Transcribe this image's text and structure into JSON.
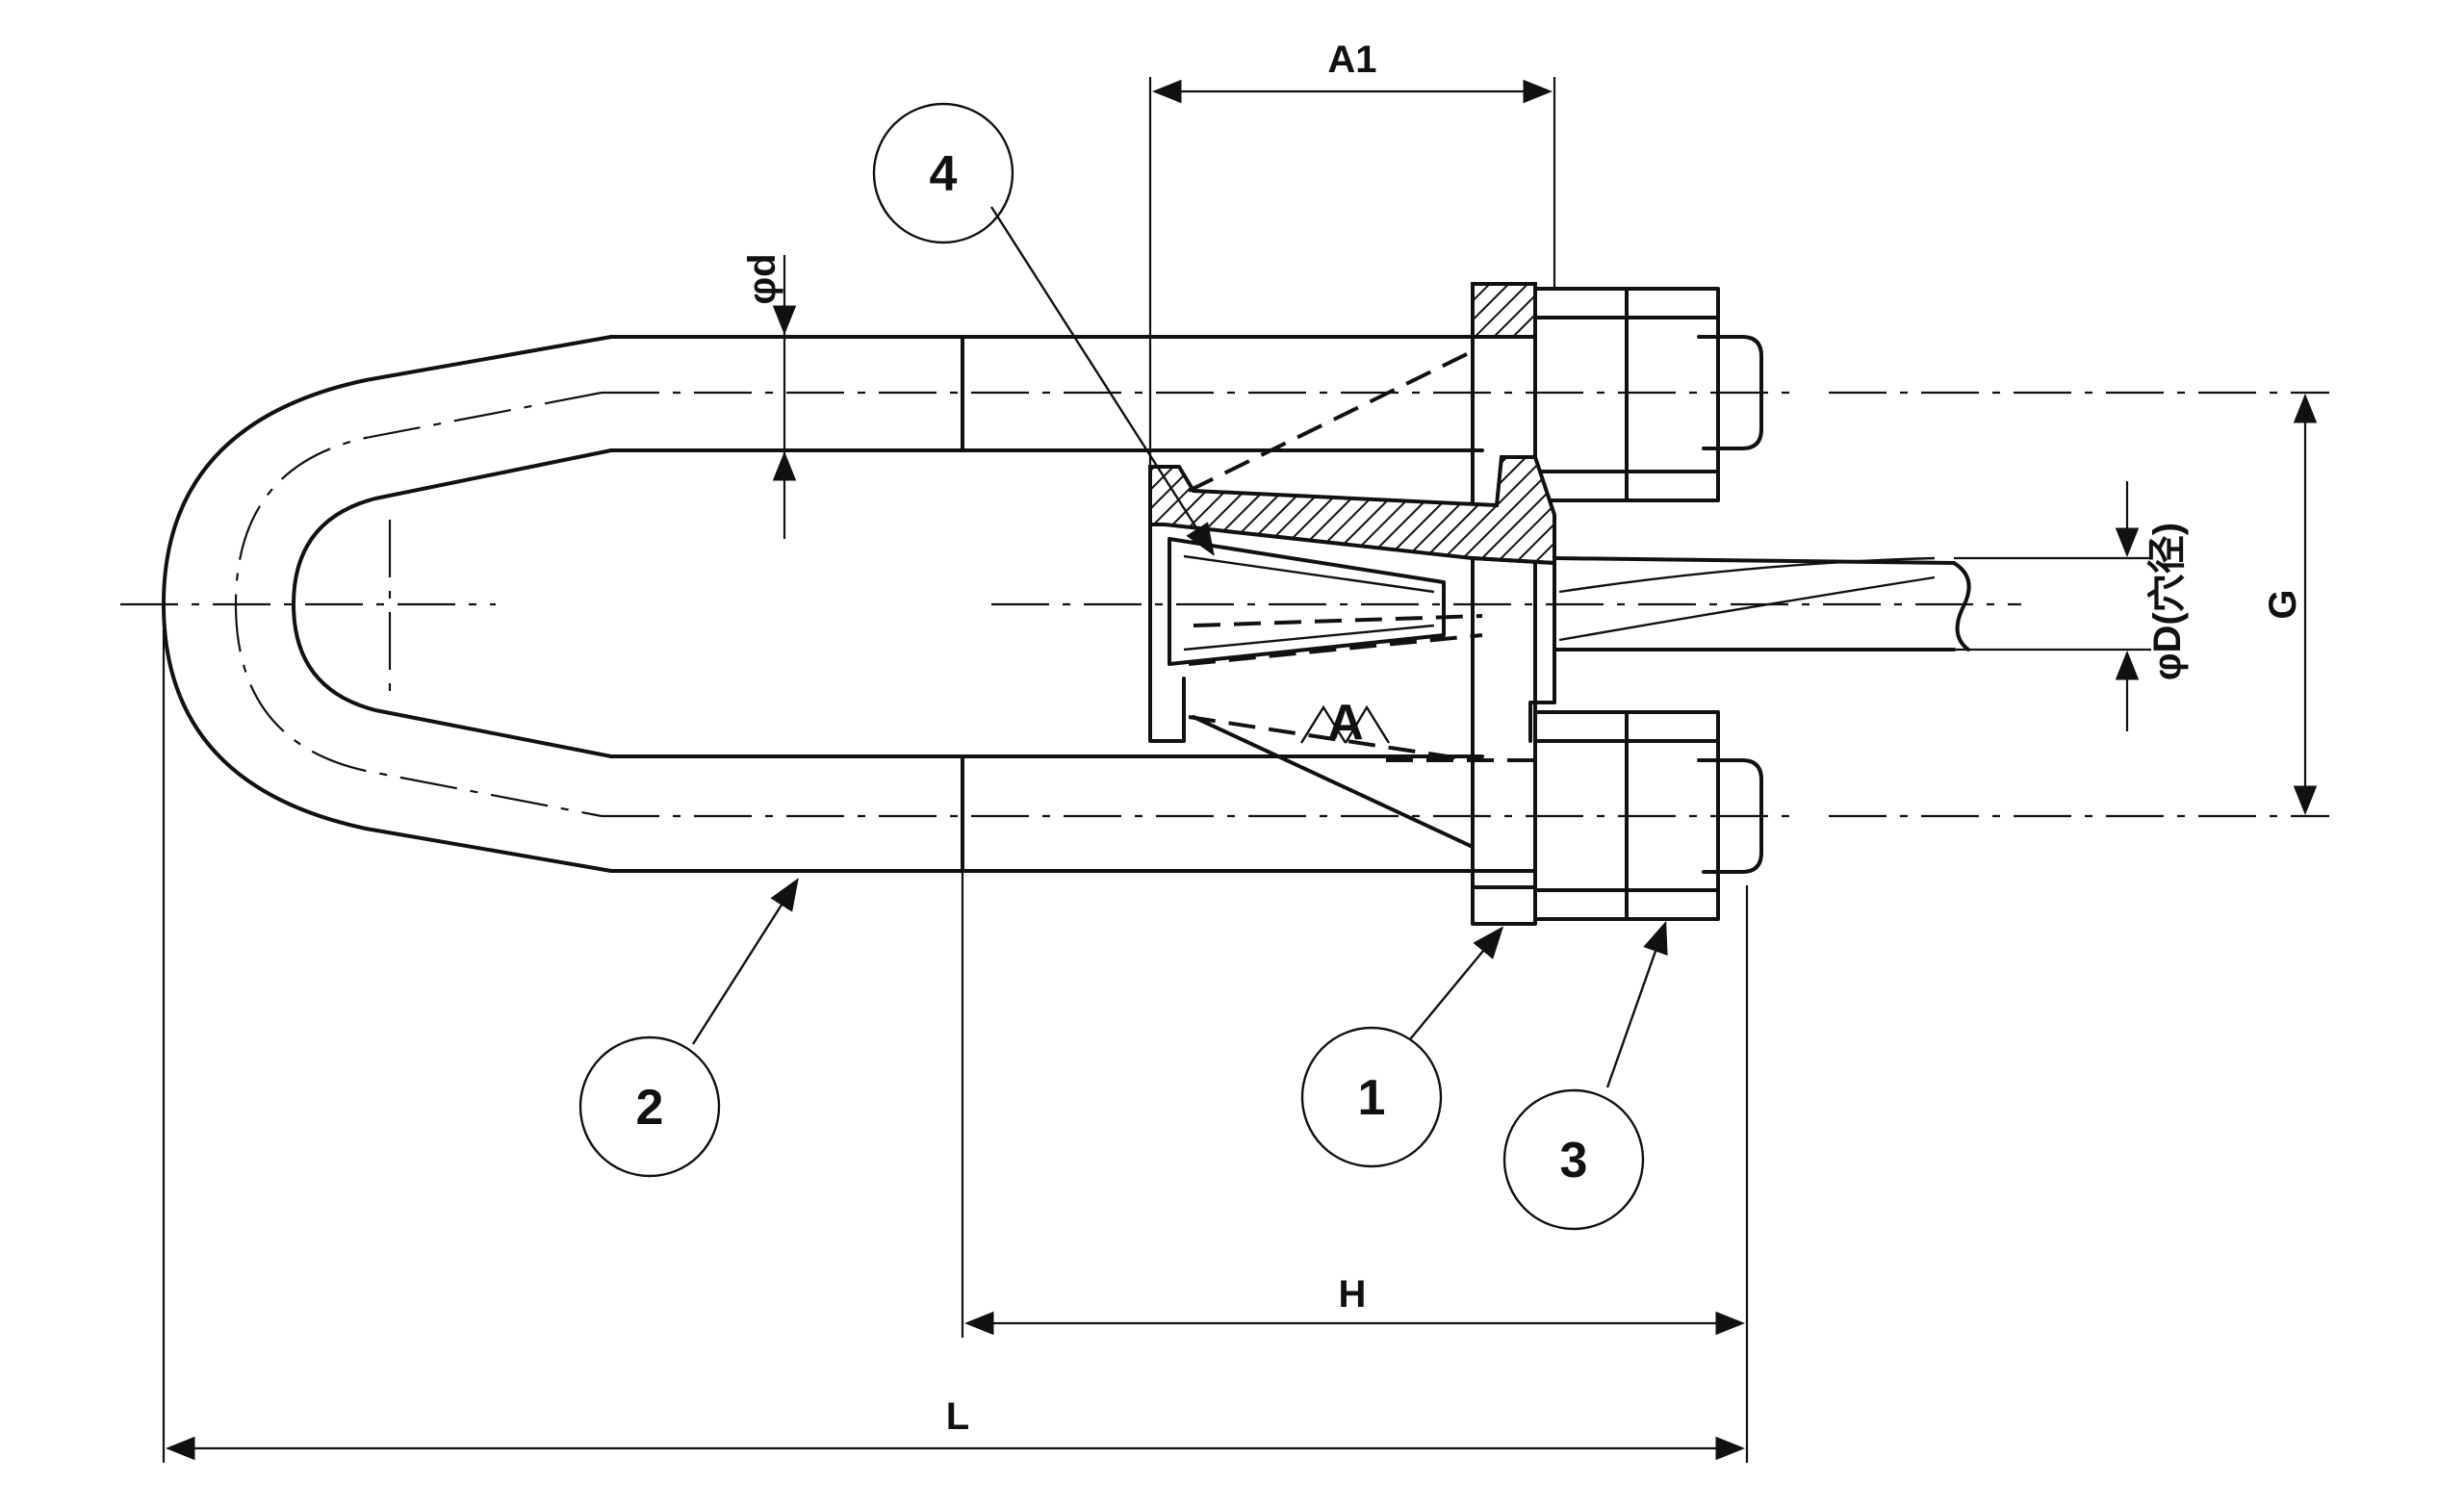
{
  "dimensions": {
    "a1": "A1",
    "phi_d": "φd",
    "g": "G",
    "phi_D": "φD(穴径)",
    "h": "H",
    "l": "L"
  },
  "balloons": {
    "part_1": "1",
    "part_2": "2",
    "part_3": "3",
    "part_4": "4"
  },
  "marks": {
    "view_mark": "A"
  }
}
